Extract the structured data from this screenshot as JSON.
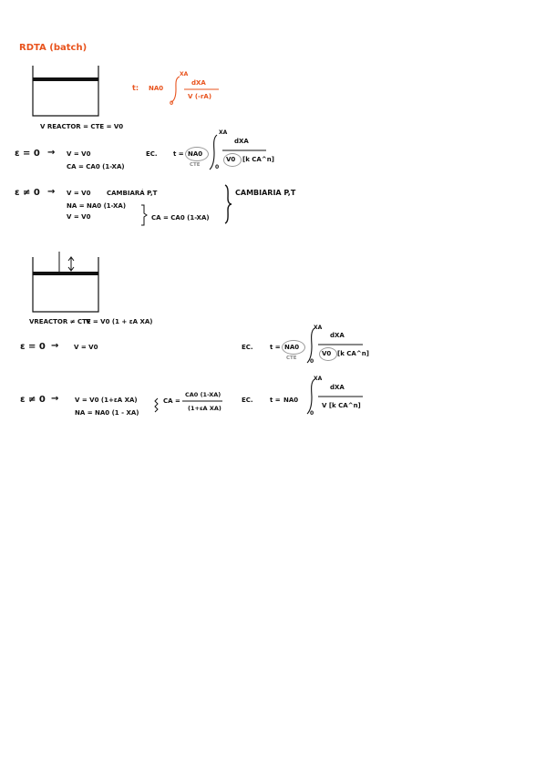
{
  "title": "RDTA (batch)",
  "diagram1": {
    "label": "V REACTOR = CTE = V0"
  },
  "eq_top": {
    "t": "t:",
    "coef": "NA0",
    "upper": "XA",
    "lower": "0",
    "num": "dXA",
    "den": "V (-rA)"
  },
  "case1": {
    "cond": "ε = 0",
    "arrow": "→",
    "v": "V = V0",
    "ca": "CA = CA0 (1-XA)",
    "ec": "EC.",
    "t": "t =",
    "coef": "NA0",
    "coef_note": "CTE",
    "upper": "XA",
    "lower": "0",
    "num": "dXA",
    "den_v": "V0",
    "den_rest": "[k CA^n]"
  },
  "case2": {
    "cond": "ε ≠ 0",
    "arrow": "→",
    "v": "V = V0",
    "change": "CAMBIARÁ P,T",
    "na": "NA = NA0 (1-XA)",
    "v2": "V = V0",
    "ca": "CA = CA0 (1-XA)",
    "right": "CAMBIARIA P,T"
  },
  "diagram2": {
    "label": "VREACTOR ≠ CTE",
    "v": "V = V0 (1 + εA XA)"
  },
  "case3": {
    "cond": "ε = 0",
    "arrow": "→",
    "v": "V = V0",
    "ec": "EC.",
    "t": "t =",
    "coef": "NA0",
    "coef_note": "CTE",
    "upper": "XA",
    "lower": "0",
    "num": "dXA",
    "den_v": "V0",
    "den_rest": "[k CA^n]"
  },
  "case4": {
    "cond": "ε ≠ 0",
    "arrow": "→",
    "v": "V = V0 (1+εA XA)",
    "na": "NA = NA0 (1 - XA)",
    "ca": "CA =",
    "ca_num": "CA0 (1-XA)",
    "ca_den": "(1+εA XA)",
    "ec": "EC.",
    "t": "t =",
    "coef": "NA0",
    "upper": "XA",
    "lower": "0",
    "num": "dXA",
    "den": "V [k CA^n]"
  }
}
